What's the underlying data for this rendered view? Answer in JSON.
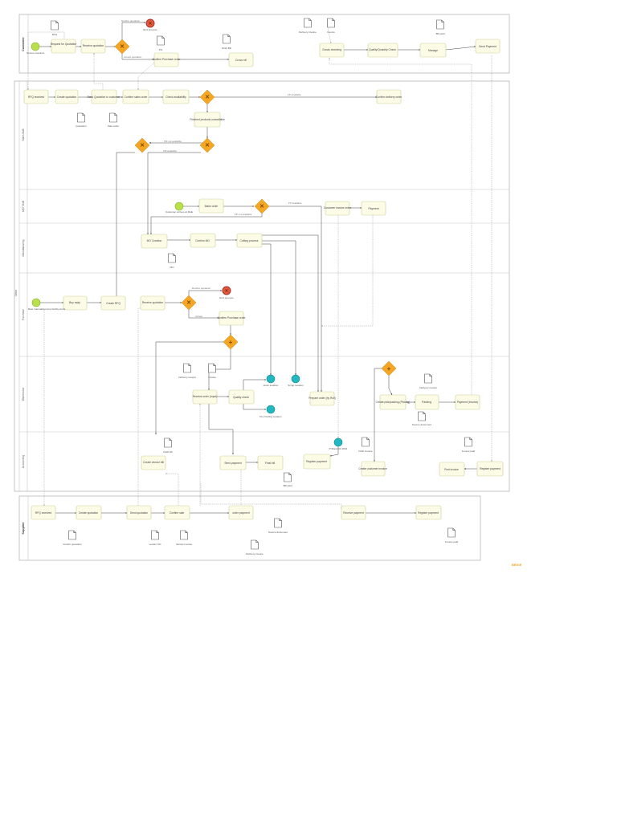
{
  "pools": {
    "customer": "Customer",
    "odoo": "Odoo",
    "supplier": "Supplier"
  },
  "lanes": {
    "sales": "Sales BoB",
    "mkt": "MKT BoB",
    "manufacturing": "Manufacturing",
    "purchase": "Purchase",
    "warehouse": "Warehouse",
    "accounting": "Accounting"
  },
  "tasks": {
    "c_request_quotation": "Request for Quotation",
    "c_receive_quotation": "Receive quotation",
    "c_confirm_po": "Confirm Purchase order",
    "c_cross_roll": "Cross roll",
    "c_goods_receiving": "Goods receiving",
    "c_quality_check": "Quality/Quantity Check",
    "c_manage": "Manage",
    "c_send_payment": "Send Payment",
    "s_rfq_received": "RFQ received",
    "s_create_quotation": "Create quotation",
    "s_send_quotation": "Send Quotation to customer",
    "s_confirm_sales": "Confirm sales order",
    "s_check_availability": "Check availability",
    "s_confirm_delivery": "Confirm delivery order",
    "s_products_unavailable": "Finished products unavailable",
    "m_make_order": "Make order",
    "m_customer_invoice": "Customer invoice order",
    "m_payment": "Payment",
    "mf_mo_creation": "MO Creation",
    "mf_confirm_mo": "Confirm MO",
    "mf_cutting": "Cutting process",
    "p_buy_reply": "Buy reply",
    "p_create_rfq": "Create RFQ",
    "p_receive_quotation": "Receive quotation",
    "p_confirm_po": "Confirm Purchase order",
    "w_receive_order": "Receive order (input)",
    "w_quality_check": "Quality check",
    "w_prepare_order": "Prepare order (by Roll)",
    "w_create_pick": "Create pick/packing (Picking)",
    "w_packing": "Packing",
    "w_payment_invoice": "Payment (Invoice)",
    "a_create_vendor_bill": "Create vendor bill",
    "a_send_payment": "Send payment",
    "a_final_bill": "Final bill",
    "a_register_payment1": "Register payment",
    "a_create_customer_invoice": "Create customer invoice",
    "a_post_invoice": "Post invoice",
    "a_register_payment2": "Register payment",
    "su_rfq_received": "RFQ received",
    "su_create_quotation": "Create quotation",
    "su_send_quotation": "Send quotation",
    "su_confirm_sale": "Confirm sale",
    "su_order_payment": "order payment",
    "su_receive_payment": "Receive payment",
    "su_register_payment": "Register payment"
  },
  "events": {
    "c_start": "Source required",
    "c_end": "End process",
    "m_start": "Customer arrives at MoE",
    "p_start": "Raw material/service facility stock",
    "p_end": "End process",
    "w_stock": "stock location",
    "w_scrap": "Scrap location",
    "w_pre_cutting": "Pre-Cutting location",
    "a_pay": "Pi Bank 01 0001"
  },
  "flow_labels": {
    "c_decline": "Decline quotation",
    "c_accept": "Accept quotation",
    "s_fp_available": "FP Available",
    "s_fm_not_available": "FM not available",
    "s_fm_available": "FM available",
    "m_fp_available": "FP available",
    "m_fp_not_available": "FP not available",
    "p_decline": "Decline quotation",
    "p_accept": "Accept"
  },
  "docs": {
    "c_rfq": "RFQ",
    "c_po": "PO",
    "c_draft_bill": "Draft Bill",
    "c_delivery": "Delivery invoice",
    "c_invoice": "Invoice",
    "c_bill_paid": "Bill paid",
    "s_quotation": "Quotation",
    "s_sale_order": "Sale order",
    "mf_mo": "MO",
    "w_delivery_receipt": "Delivery receipt",
    "w_invoice": "Invoice",
    "w_delivery_receipt2": "Delivery receipt",
    "w_source_document": "Source document",
    "a_draft_bill": "Draft bill",
    "a_bill_paid": "Bill paid",
    "a_draft_invoice": "Draft invoice",
    "a_invoice_paid": "Invoice paid",
    "su_vendor_quotation": "Vendor quotation",
    "su_vendor_so": "vendor SO",
    "su_vendor_invoice": "Vendor invoice",
    "su_source_document": "Source document",
    "su_delivery_invoice": "Delivery invoice",
    "su_invoice_paid": "Invoice paid"
  },
  "note": "BEIGE"
}
